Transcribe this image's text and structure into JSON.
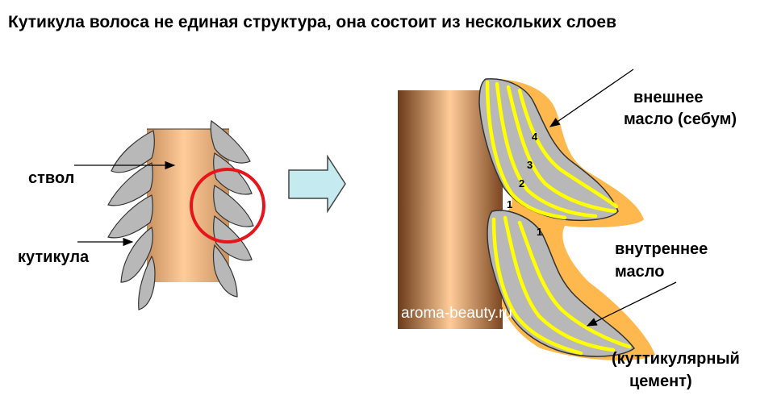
{
  "title": "Кутикула волоса не единая структура, она состоит из нескольких слоев",
  "labels": {
    "shaft": "ствол",
    "cuticle": "кутикула",
    "outer_oil_1": "внешнее",
    "outer_oil_2": "масло (себум)",
    "inner_oil_1": "внутреннее",
    "inner_oil_2": "масло",
    "cement_1": "(куттикулярный",
    "cement_2": "цемент)"
  },
  "layer_numbers": {
    "upper": [
      "1",
      "2",
      "3",
      "4"
    ],
    "lower": "1"
  },
  "watermark": "aroma-beauty.ru",
  "colors": {
    "shaft_light": "#ffcc99",
    "shaft_dark": "#6b3a18",
    "cuticle_scale": "#b8b8b8",
    "layer_lines": "#ffff00",
    "sebum": "#ffb84d",
    "highlight_circle": "#e8141b",
    "arrow_fill": "#c5eaf0"
  }
}
